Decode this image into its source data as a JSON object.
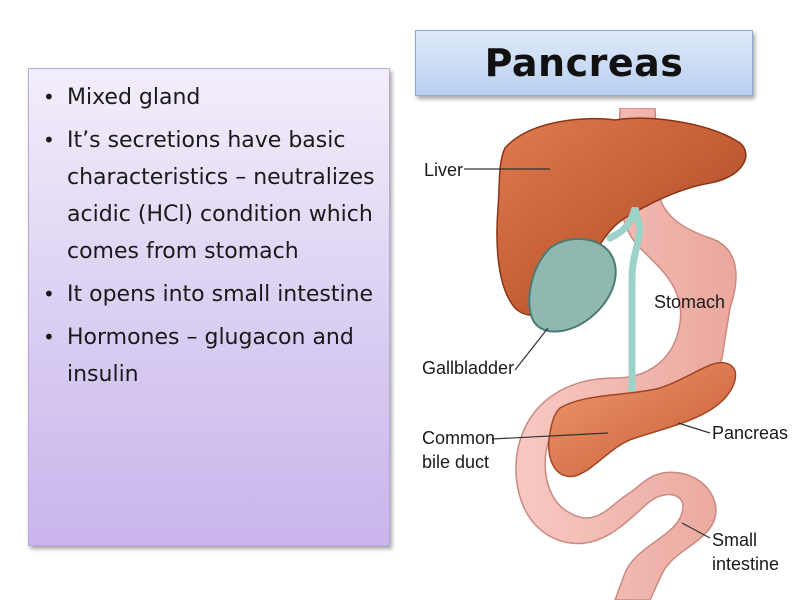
{
  "bullets": [
    "Mixed gland",
    "It’s secretions have basic characteristics – neutralizes acidic (HCl) condition which comes from stomach",
    "It opens into small intestine",
    "Hormones – glugacon and insulin"
  ],
  "bullet_glyph": "•",
  "title": "Pancreas",
  "labels": {
    "liver": "Liver",
    "stomach": "Stomach",
    "gallbladder": "Gallbladder",
    "common_line1": "Common",
    "common_line2": "bile duct",
    "pancreas": "Pancreas",
    "small_line1": "Small",
    "small_line2": "intestine"
  }
}
